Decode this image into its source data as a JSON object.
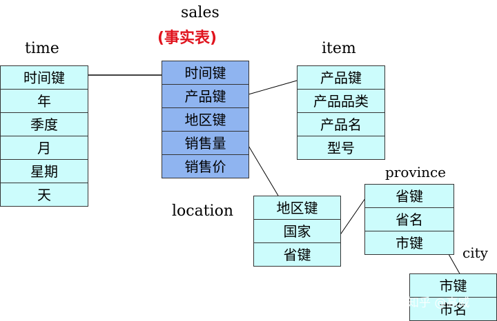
{
  "tables": {
    "time": {
      "title": "time",
      "rows": [
        "时间键",
        "年",
        "季度",
        "月",
        "星期",
        "天"
      ]
    },
    "sales": {
      "title": "sales",
      "subtitle": "(事实表)",
      "rows": [
        "时间键",
        "产品键",
        "地区键",
        "销售量",
        "销售价"
      ]
    },
    "item": {
      "title": "item",
      "rows": [
        "产品键",
        "产品品类",
        "产品名",
        "型号"
      ]
    },
    "location": {
      "title": "location",
      "rows": [
        "地区键",
        "国家",
        "省键"
      ]
    },
    "province": {
      "title": "province",
      "rows": [
        "省键",
        "省名",
        "市键"
      ]
    },
    "city": {
      "title": "city",
      "rows": [
        "市键",
        "市名"
      ]
    }
  },
  "watermark": "知乎 @高威",
  "colors": {
    "fact_fill": "#8fb4f0",
    "dim_fill": "#ccfcfc",
    "fact_label": "#e0141e"
  }
}
